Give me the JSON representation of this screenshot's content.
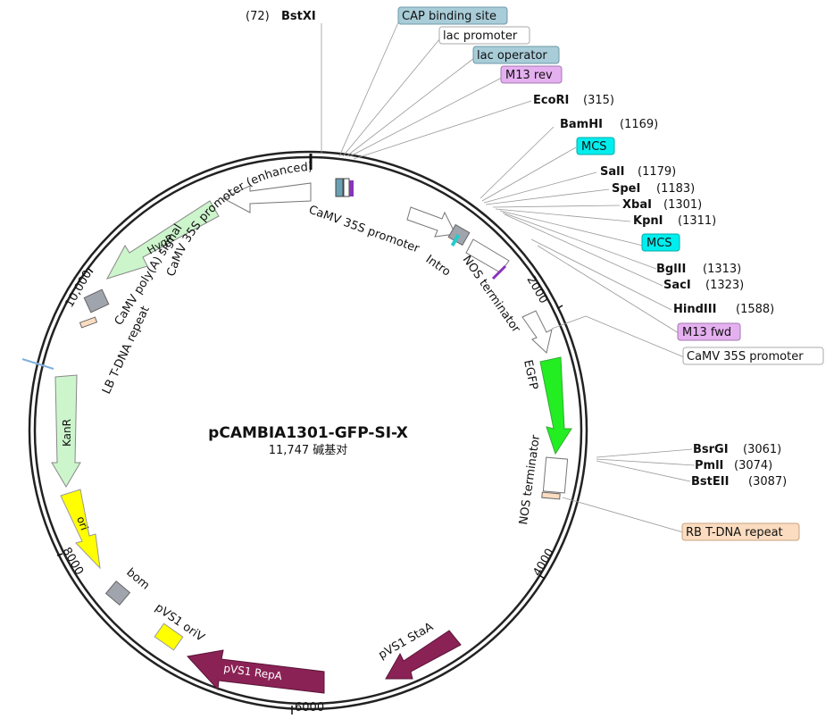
{
  "plasmid": {
    "name": "pCAMBIA1301-GFP-SI-X",
    "size_text": "11,747 碱基对"
  },
  "ticks": [
    "2000",
    "4000",
    "6000",
    "8000",
    "10,000"
  ],
  "sites": {
    "bstxi": {
      "name": "BstXI",
      "pos": "(72)"
    },
    "ecori": {
      "name": "EcoRI",
      "pos": "(315)"
    },
    "bamhi": {
      "name": "BamHI",
      "pos": "(1169)"
    },
    "sali": {
      "name": "SalI",
      "pos": "(1179)"
    },
    "spei": {
      "name": "SpeI",
      "pos": "(1183)"
    },
    "xbai": {
      "name": "XbaI",
      "pos": "(1301)"
    },
    "kpni": {
      "name": "KpnI",
      "pos": "(1311)"
    },
    "bglii": {
      "name": "BglII",
      "pos": "(1313)"
    },
    "saci": {
      "name": "SacI",
      "pos": "(1323)"
    },
    "hindiii": {
      "name": "HindIII",
      "pos": "(1588)"
    },
    "bsrgi": {
      "name": "BsrGI",
      "pos": "(3061)"
    },
    "pmli": {
      "name": "PmlI",
      "pos": "(3074)"
    },
    "bsteii": {
      "name": "BstEII",
      "pos": "(3087)"
    }
  },
  "boxed_labels": {
    "cap": "CAP binding site",
    "lac_promoter": "lac promoter",
    "lac_operator": "lac operator",
    "m13rev": "M13 rev",
    "mcs1": "MCS",
    "mcs2": "MCS",
    "m13fwd": "M13 fwd",
    "camv35s_right": "CaMV 35S promoter",
    "rb": "RB T-DNA repeat"
  },
  "features": {
    "camv35s_enh": "CaMV 35S promoter (enhanced)",
    "camv35s": "CaMV 35S promoter",
    "intro": "Intro",
    "nos_term1": "NOS terminator",
    "egfp": "EGFP",
    "nos_term2": "NOS terminator",
    "pvs1_staa": "pVS1 StaA",
    "pvs1_repa": "pVS1 RepA",
    "pvs1_oriv": "pVS1 oriV",
    "bom": "bom",
    "ori": "ori",
    "kanr": "KanR",
    "lb": "LB T-DNA repeat",
    "camv_polya": "CaMV poly(A) signal",
    "hygr": "HygR"
  },
  "colors": {
    "cap_bg": "#a8ccd8",
    "m13_bg": "#e5b0f0",
    "mcs_bg": "#00eeee",
    "rb_bg": "#fbdcc0",
    "egfp": "#22ee22",
    "kanr": "#ccf5cc",
    "hygr": "#ccf5cc",
    "ori": "#ffff00",
    "repa": "#8b2255",
    "gray": "#a0a4ac"
  }
}
